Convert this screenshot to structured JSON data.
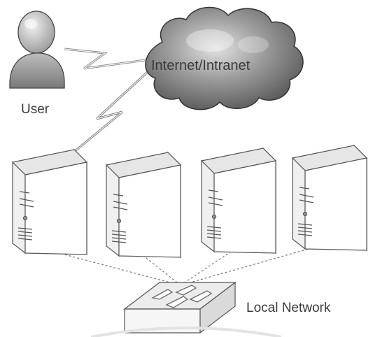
{
  "labels": {
    "user": "User",
    "cloud": "Internet/Intranet",
    "local_network": "Local Network"
  },
  "nodes": {
    "user": {
      "type": "user",
      "icon": "user-icon"
    },
    "cloud": {
      "type": "cloud",
      "icon": "cloud-icon"
    },
    "servers": [
      {
        "type": "server",
        "icon": "server-icon"
      },
      {
        "type": "server",
        "icon": "server-icon"
      },
      {
        "type": "server",
        "icon": "server-icon"
      },
      {
        "type": "server",
        "icon": "server-icon"
      }
    ],
    "switch": {
      "type": "switch",
      "icon": "network-switch-icon"
    }
  },
  "connections": [
    {
      "from": "user",
      "to": "cloud",
      "style": "lightning"
    },
    {
      "from": "cloud",
      "to": "server-1",
      "style": "lightning"
    },
    {
      "from": "switch",
      "to": "server-1",
      "style": "dotted"
    },
    {
      "from": "switch",
      "to": "server-2",
      "style": "dotted"
    },
    {
      "from": "switch",
      "to": "server-3",
      "style": "dotted"
    },
    {
      "from": "switch",
      "to": "server-4",
      "style": "dotted"
    }
  ],
  "colors": {
    "background": "#ffffff",
    "outline": "#555555",
    "text": "#3a3a3a",
    "cloud_fill": "#8f8f8f"
  }
}
